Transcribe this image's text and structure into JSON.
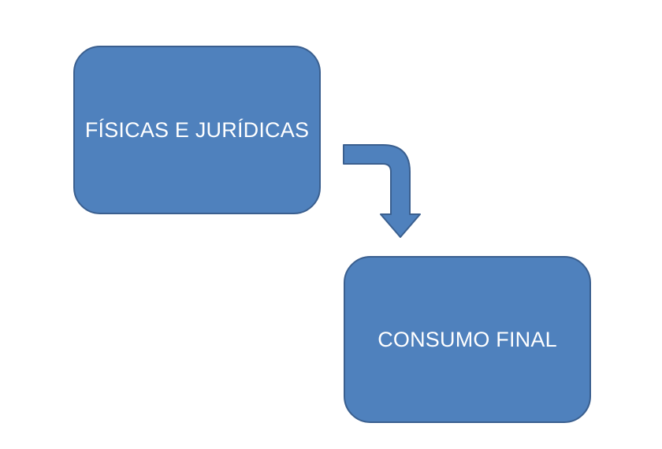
{
  "diagram": {
    "colors": {
      "fill": "#4f81bd",
      "stroke": "#3a5f8f",
      "text": "#ffffff"
    },
    "nodes": [
      {
        "id": "top",
        "label": "FÍSICAS E JURÍDICAS"
      },
      {
        "id": "bottom",
        "label": "CONSUMO FINAL"
      }
    ],
    "edges": [
      {
        "from": "top",
        "to": "bottom",
        "style": "bent-arrow"
      }
    ]
  }
}
